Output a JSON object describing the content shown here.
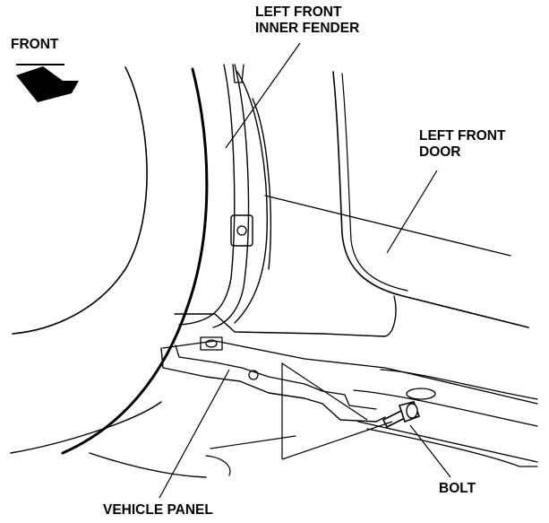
{
  "labels": {
    "front": "FRONT",
    "left_front_inner_fender_line1": "LEFT FRONT",
    "left_front_inner_fender_line2": "INNER FENDER",
    "left_front_door_line1": "LEFT FRONT",
    "left_front_door_line2": "DOOR",
    "bolt": "BOLT",
    "vehicle_panel": "VEHICLE PANEL"
  },
  "icons": {
    "direction_arrow": "front-direction-arrow-icon"
  }
}
